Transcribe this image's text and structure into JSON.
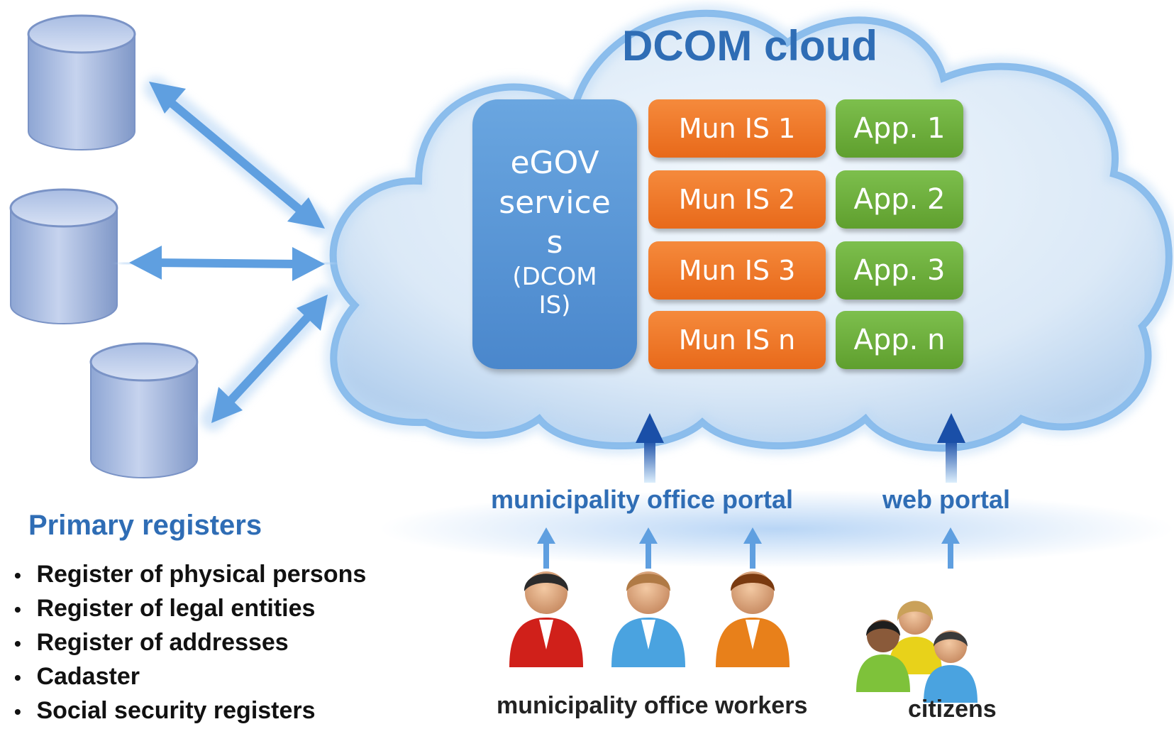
{
  "cloud": {
    "title": "DCOM cloud",
    "egov": {
      "line1": "eGOV",
      "line2": "service",
      "line3": "s",
      "line4": "(DCOM",
      "line5": "IS)"
    },
    "mun_is": [
      "Mun IS 1",
      "Mun IS 2",
      "Mun IS 3",
      "Mun IS n"
    ],
    "apps": [
      "App. 1",
      "App. 2",
      "App. 3",
      "App. n"
    ]
  },
  "portals": {
    "municipality": "municipality office portal",
    "web": "web portal"
  },
  "actors": {
    "workers": "municipality office workers",
    "citizens": "citizens"
  },
  "registers": {
    "title": "Primary registers",
    "items": [
      "Register of physical persons",
      "Register of legal entities",
      "Register of addresses",
      "Cadaster",
      "Social security registers"
    ]
  },
  "colors": {
    "cloud_blue": "#2f6db5",
    "mun_orange": "#ee7a2b",
    "app_green": "#6cae3c",
    "egov_blue": "#5a97d8",
    "worker_red": "#d0201a",
    "worker_blue": "#4aa3e0",
    "worker_orange": "#e8801a"
  },
  "icons": [
    "database-icon",
    "double-arrow-icon",
    "up-arrow-icon",
    "person-icon",
    "people-group-icon",
    "cloud-icon"
  ]
}
